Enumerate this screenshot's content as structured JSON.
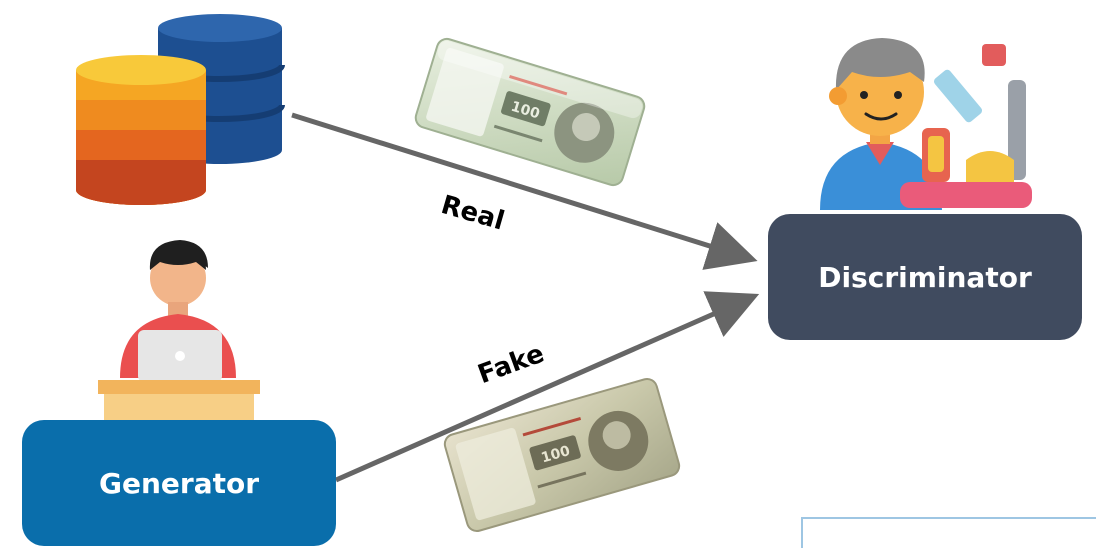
{
  "labels": {
    "real": "Real",
    "fake": "Fake",
    "discriminator": "Discriminator",
    "generator": "Generator"
  },
  "banknote": {
    "denomination": "100"
  },
  "colors": {
    "discriminator_box": "#404b5f",
    "generator_box": "#0a6eab",
    "arrow": "#666666",
    "panel_border": "#9ec6e3"
  },
  "icons": {
    "real_data": "database-stack-icon",
    "real_note": "banknote-real-icon",
    "fake_note": "banknote-fake-icon",
    "scientist": "scientist-microscope-icon",
    "developer": "person-laptop-icon"
  }
}
